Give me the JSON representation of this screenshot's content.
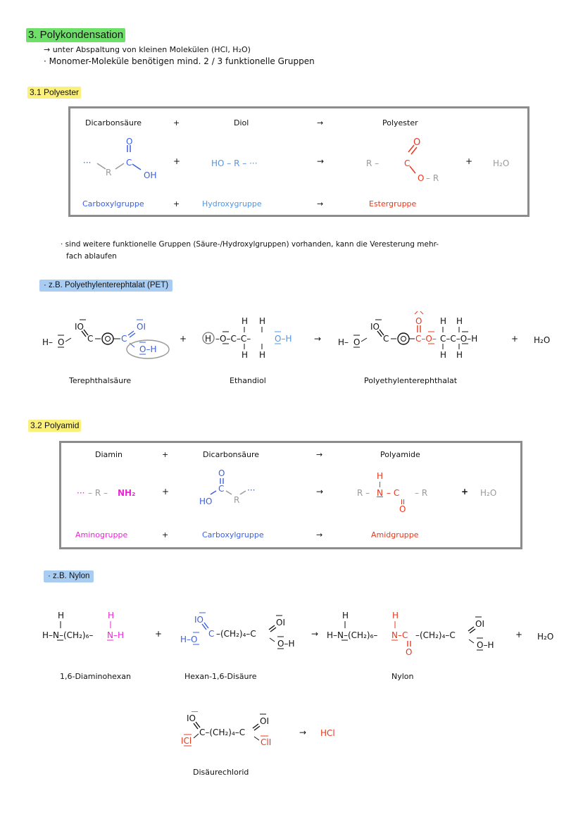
{
  "heading": "3. Polykondensation",
  "intro": {
    "line1": "→ unter Abspaltung von kleinen Molekülen (HCl, H₂O)",
    "line2": "· Monomer-Moleküle benötigen mind. 2 / 3 funktionelle Gruppen"
  },
  "polyester": {
    "heading": "3.1 Polyester",
    "box": {
      "row1": [
        "Dicarbonsäure",
        "+",
        "Diol",
        "→",
        "Polyester"
      ],
      "row2": {
        "acid_dots": "···",
        "acid_R": "R",
        "acid_C": "C",
        "acid_O": "O",
        "acid_OH": "OH",
        "plus": "+",
        "diol": "HO – R – ···",
        "arrow": "→",
        "ester_R1": "R –",
        "ester_C": "C",
        "ester_O_top": "O",
        "ester_O": "O",
        "ester_R2": "– R",
        "plus2": "+",
        "water": "H₂O"
      },
      "row3": [
        "Carboxylgruppe",
        "+",
        "Hydroxygruppe",
        "→",
        "Estergruppe"
      ]
    },
    "note_line1": "· sind weitere funktionelle Gruppen (Säure-/Hydroxylgruppen) vorhanden, kann die Veresterung mehr-",
    "note_line2": "fach ablaufen",
    "example_label": "· z.B. Polyethylenterephtalat (PET)",
    "example": {
      "plus": "+",
      "arrow": "→",
      "plus2": "+",
      "water": "H₂O",
      "names": [
        "Terephthalsäure",
        "Ethandiol",
        "Polyethylenterephthalat"
      ]
    }
  },
  "polyamid": {
    "heading": "3.2 Polyamid",
    "box": {
      "row1": [
        "Diamin",
        "+",
        "Dicarbonsäure",
        "→",
        "Polyamide"
      ],
      "row2": {
        "amine_dots": "···",
        "amine_R": "– R –",
        "amine_NH2": "NH₂",
        "plus": "+",
        "acid_HO": "HO",
        "acid_C": "C",
        "acid_O": "O",
        "acid_R": "R",
        "acid_dots": "···",
        "arrow": "→",
        "amide_R1": "R –",
        "amide_H": "H",
        "amide_N": "N",
        "amide_C": "– C",
        "amide_O": "O",
        "amide_R2": "– R",
        "plus2": "+",
        "water": "H₂O"
      },
      "row3": [
        "Aminogruppe",
        "+",
        "Carboxylgruppe",
        "→",
        "Amidgruppe"
      ]
    },
    "example_label": "· z.B. Nylon",
    "example": {
      "diamine": "H – N – (CH₂)₆ – N – H",
      "plus": "+",
      "acid": "H – O – C – (CH₂)₄ – C – O – H",
      "arrow": "→",
      "nylon": "H – N – (CH₂)₆ – N – C – (CH₂)₄ – C – O – H",
      "plus2": "+",
      "water": "H₂O",
      "names": [
        "1,6-Diaminohexan",
        "Hexan-1,6-Disäure",
        "Nylon"
      ]
    },
    "chloride": {
      "formula": "Cl – C – (CH₂)₄ – C – Cl",
      "arrow": "→",
      "byproduct": "HCl",
      "name": "Disäurechlorid"
    }
  },
  "colors": {
    "green_highlight": "#6ee06a",
    "yellow_highlight": "#fbf07a",
    "blue_highlight": "#a9cdf2",
    "carboxyl_blue": "#3a5fe0",
    "hydroxy_blue": "#4f95e8",
    "ester_red": "#e8381e",
    "amine_pink": "#ee22d8",
    "grey": "#9a9a9a"
  }
}
